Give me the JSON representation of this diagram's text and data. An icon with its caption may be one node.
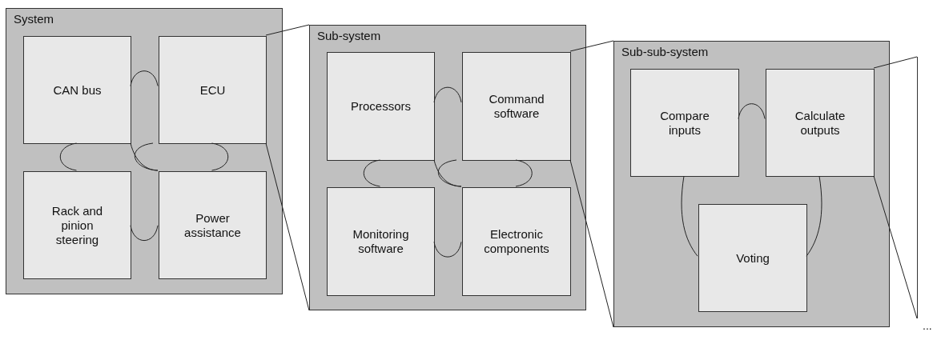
{
  "diagram": {
    "nodes": [
      {
        "text": [
          "System"
        ]
      },
      {
        "text": [
          "CAN bus"
        ],
        "in": 0
      },
      {
        "text": [
          "ECU"
        ],
        "in": 0
      },
      {
        "text": [
          "Rack and pinion steering"
        ],
        "in": 0
      },
      {
        "text": [
          "Power assistance"
        ],
        "in": 0
      },
      {
        "text": [
          "Sub-system"
        ]
      },
      {
        "text": [
          "Processors"
        ],
        "in": 5
      },
      {
        "text": [
          "Command software"
        ],
        "in": 5
      },
      {
        "text": [
          "Monitoring software"
        ],
        "in": 5
      },
      {
        "text": [
          "Electronic components"
        ],
        "in": 5
      },
      {
        "text": [
          "Sub-sub-system"
        ]
      },
      {
        "text": [
          "Compare inputs"
        ],
        "in": 10
      },
      {
        "text": [
          "Calculate outputs"
        ],
        "in": 10
      },
      {
        "text": [
          "Voting"
        ],
        "in": 10
      },
      {
        "text": [],
        "shape": "box",
        "beside": [
          "..."
        ]
      }
    ],
    "edges": [
      {
        "from": 1,
        "to": 2,
        "arrow": "none"
      },
      {
        "from": 1,
        "to": 3,
        "arrow": "none"
      },
      {
        "from": 2,
        "to": 4,
        "arrow": "none"
      },
      {
        "from": 3,
        "to": 4,
        "arrow": "none"
      },
      {
        "from": 1,
        "to": 4,
        "arrow": "none"
      },
      {
        "from": 2,
        "to": 5,
        "arrow": "none"
      },
      {
        "from": 2,
        "to": 5,
        "arrow": "none"
      },
      {
        "from": 6,
        "to": 7,
        "arrow": "none"
      },
      {
        "from": 6,
        "to": 8,
        "arrow": "none"
      },
      {
        "from": 7,
        "to": 9,
        "arrow": "none"
      },
      {
        "from": 8,
        "to": 9,
        "arrow": "none"
      },
      {
        "from": 6,
        "to": 9,
        "arrow": "none"
      },
      {
        "from": 7,
        "to": 10,
        "arrow": "none"
      },
      {
        "from": 7,
        "to": 10,
        "arrow": "none"
      },
      {
        "from": 11,
        "to": 12,
        "arrow": "none"
      },
      {
        "from": 11,
        "to": 13,
        "arrow": "none"
      },
      {
        "from": 12,
        "to": 13,
        "arrow": "none"
      },
      {
        "from": 12,
        "to": 14,
        "arrow": "none"
      },
      {
        "from": 12,
        "to": 14,
        "arrow": "none"
      }
    ]
  }
}
